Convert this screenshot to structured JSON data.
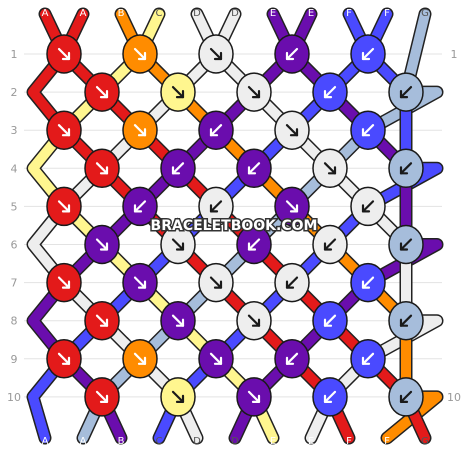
{
  "watermark": "BRACELETBOOK.COM",
  "strings": [
    "A",
    "A",
    "B",
    "C",
    "D",
    "D",
    "E",
    "E",
    "F",
    "F",
    "G"
  ],
  "colors": {
    "A": "#e31a1a",
    "B": "#ff8c00",
    "C": "#fff68f",
    "D": "#eeeeee",
    "E": "#6a0dad",
    "F": "#4a4aff",
    "G": "#a6bddb"
  },
  "row_labels": [
    "1",
    "2",
    "3",
    "4",
    "5",
    "6",
    "7",
    "8",
    "9",
    "10"
  ],
  "knots": [
    [
      [
        "A",
        "fw"
      ],
      [
        "B",
        "fw"
      ],
      [
        "D",
        "fw"
      ],
      [
        "E",
        "bw"
      ],
      [
        "F",
        "bw"
      ]
    ],
    [
      [
        "A",
        "fw"
      ],
      [
        "C",
        "fw"
      ],
      [
        "D",
        "fw"
      ],
      [
        "F",
        "bw"
      ],
      [
        "G",
        "bw"
      ]
    ],
    [
      [
        "A",
        "fw"
      ],
      [
        "B",
        "fw"
      ],
      [
        "E",
        "bw"
      ],
      [
        "D",
        "fw"
      ],
      [
        "F",
        "bw"
      ]
    ],
    [
      [
        "A",
        "fw"
      ],
      [
        "E",
        "bw"
      ],
      [
        "E",
        "bw"
      ],
      [
        "D",
        "fw"
      ],
      [
        "G",
        "bw"
      ]
    ],
    [
      [
        "A",
        "fw"
      ],
      [
        "E",
        "bw"
      ],
      [
        "D",
        "bw"
      ],
      [
        "E",
        "fw"
      ],
      [
        "D",
        "bw"
      ]
    ],
    [
      [
        "E",
        "fw"
      ],
      [
        "D",
        "fw"
      ],
      [
        "E",
        "bw"
      ],
      [
        "D",
        "bw"
      ],
      [
        "G",
        "bw"
      ]
    ],
    [
      [
        "A",
        "fw"
      ],
      [
        "E",
        "fw"
      ],
      [
        "D",
        "fw"
      ],
      [
        "D",
        "bw"
      ],
      [
        "F",
        "bw"
      ]
    ],
    [
      [
        "A",
        "fw"
      ],
      [
        "E",
        "fw"
      ],
      [
        "D",
        "fw"
      ],
      [
        "F",
        "bw"
      ],
      [
        "G",
        "bw"
      ]
    ],
    [
      [
        "A",
        "fw"
      ],
      [
        "B",
        "fw"
      ],
      [
        "E",
        "fw"
      ],
      [
        "E",
        "bw"
      ],
      [
        "F",
        "bw"
      ]
    ],
    [
      [
        "A",
        "fw"
      ],
      [
        "C",
        "fw"
      ],
      [
        "E",
        "fw"
      ],
      [
        "F",
        "bw"
      ],
      [
        "G",
        "bw"
      ]
    ]
  ]
}
